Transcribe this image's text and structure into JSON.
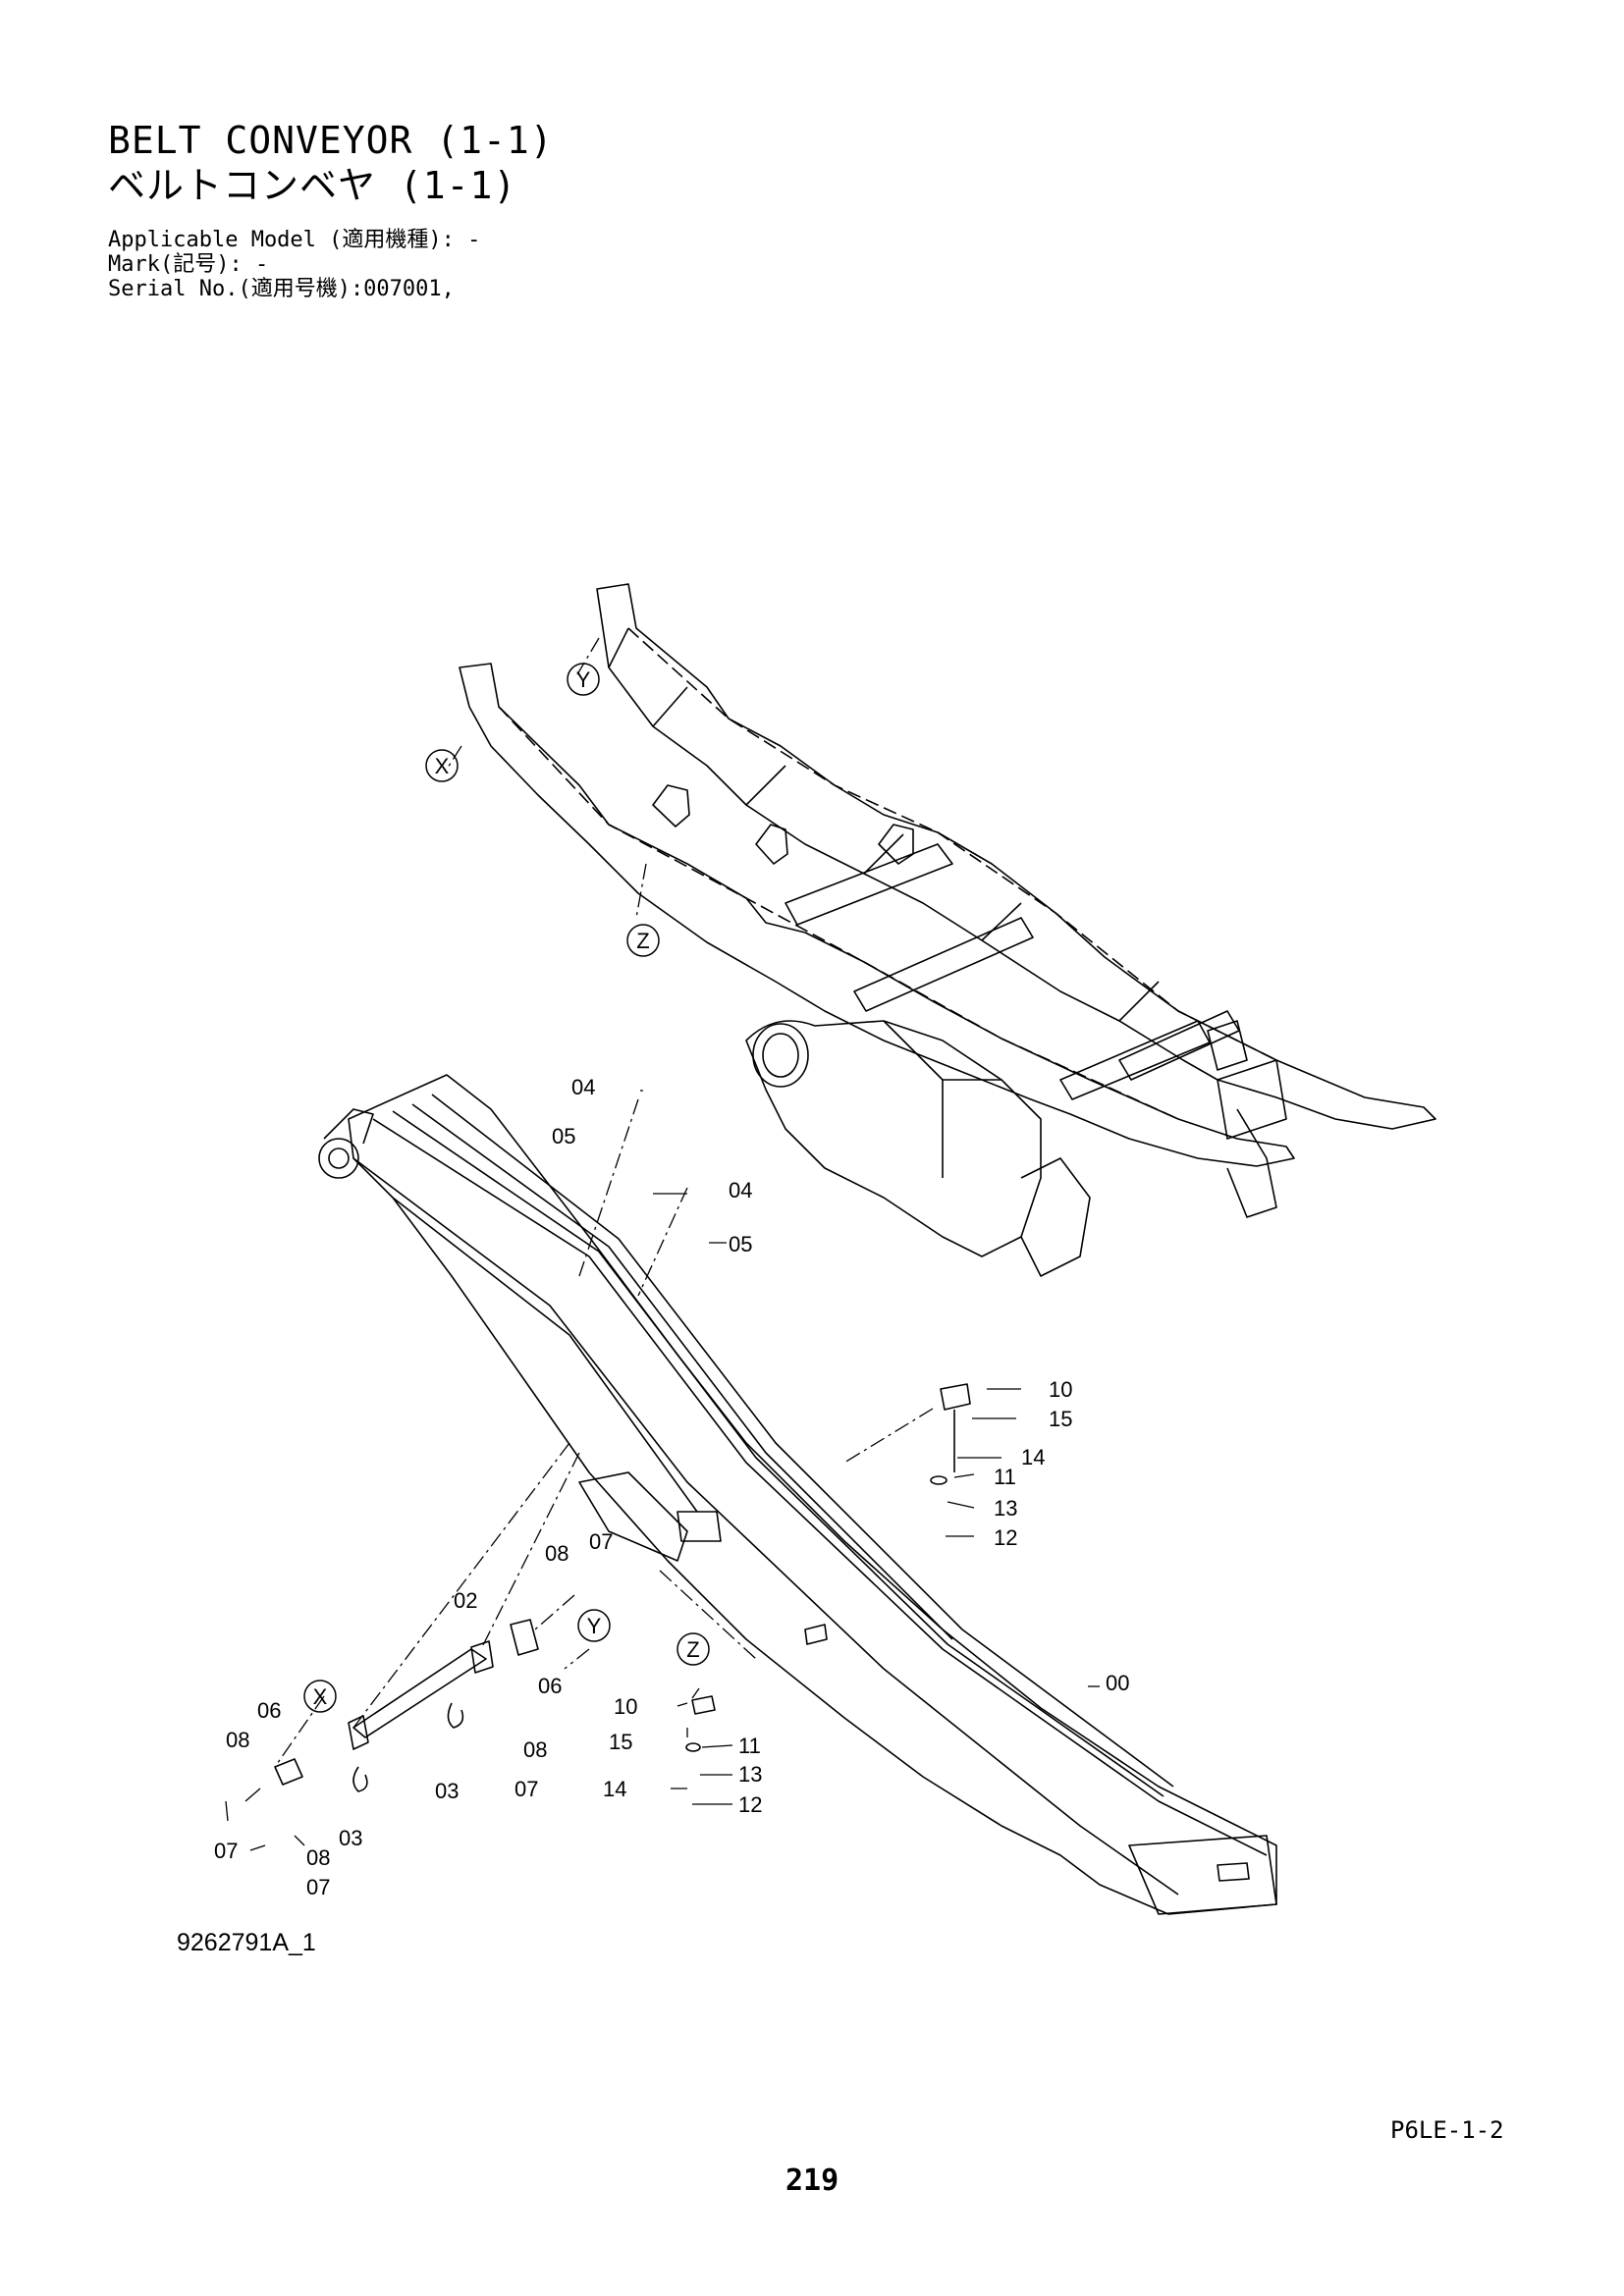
{
  "header": {
    "title_en": "BELT CONVEYOR (1-1)",
    "title_ja": "ベルトコンベヤ (1-1)",
    "applicable_model": "Applicable Model (適用機種): -",
    "mark": "Mark(記号): -",
    "serial_no": "Serial No.(適用号機):007001,"
  },
  "callouts": {
    "c00": "00",
    "c02": "02",
    "c03a": "03",
    "c03b": "03",
    "c04a": "04",
    "c04b": "04",
    "c05a": "05",
    "c05b": "05",
    "c06a": "06",
    "c06b": "06",
    "c07a": "07",
    "c07b": "07",
    "c07c": "07",
    "c07d": "07",
    "c08a": "08",
    "c08b": "08",
    "c08c": "08",
    "c08d": "08",
    "c10a": "10",
    "c10b": "10",
    "c11a": "11",
    "c11b": "11",
    "c12a": "12",
    "c12b": "12",
    "c13a": "13",
    "c13b": "13",
    "c14a": "14",
    "c14b": "14",
    "c15a": "15",
    "c15b": "15"
  },
  "view_markers": {
    "x_top": "X",
    "y_top": "Y",
    "z_top": "Z",
    "x_low": "X",
    "y_low": "Y",
    "z_low": "Z"
  },
  "footer": {
    "drawing_number": "9262791A_1",
    "doc_code": "P6LE-1-2",
    "page_number": "219"
  }
}
